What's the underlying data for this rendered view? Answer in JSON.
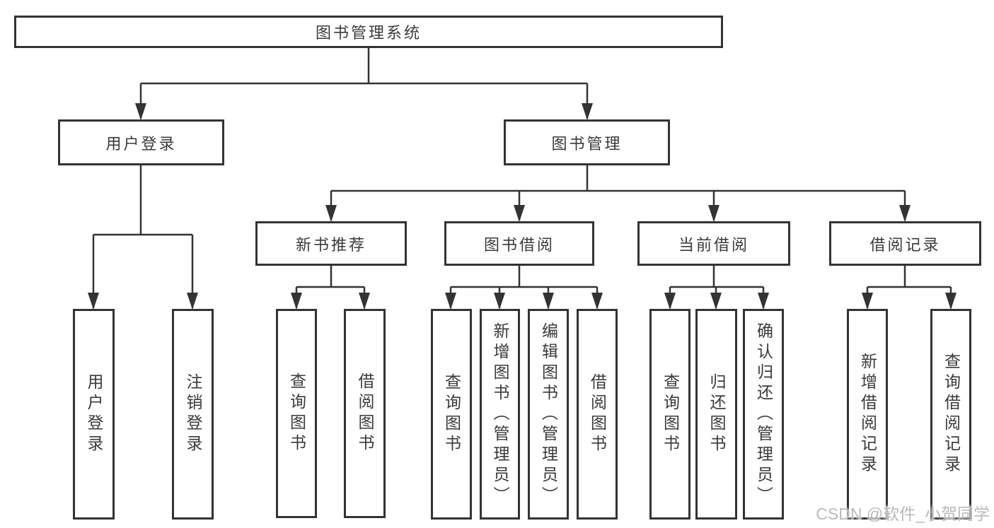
{
  "diagram": {
    "root": "图书管理系统",
    "branches": [
      {
        "label": "用户登录",
        "children": [
          {
            "label": "用户登录"
          },
          {
            "label": "注销登录"
          }
        ]
      },
      {
        "label": "图书管理",
        "children": [
          {
            "label": "新书推荐",
            "children": [
              {
                "label": "查询图书"
              },
              {
                "label": "借阅图书"
              }
            ]
          },
          {
            "label": "图书借阅",
            "children": [
              {
                "label": "查询图书"
              },
              {
                "label": "新增图书（管理员）"
              },
              {
                "label": "编辑图书（管理员）"
              },
              {
                "label": "借阅图书"
              }
            ]
          },
          {
            "label": "当前借阅",
            "children": [
              {
                "label": "查询图书"
              },
              {
                "label": "归还图书"
              },
              {
                "label": "确认归还（管理员）"
              }
            ]
          },
          {
            "label": "借阅记录",
            "children": [
              {
                "label": "新增借阅记录"
              },
              {
                "label": "查询借阅记录"
              }
            ]
          }
        ]
      }
    ],
    "colors": {
      "line": "#333333",
      "box_border": "#333333",
      "text": "#3a3a3a",
      "watermark": "#b9b9b9"
    }
  },
  "watermark": "CSDN @软件_小贺同学"
}
